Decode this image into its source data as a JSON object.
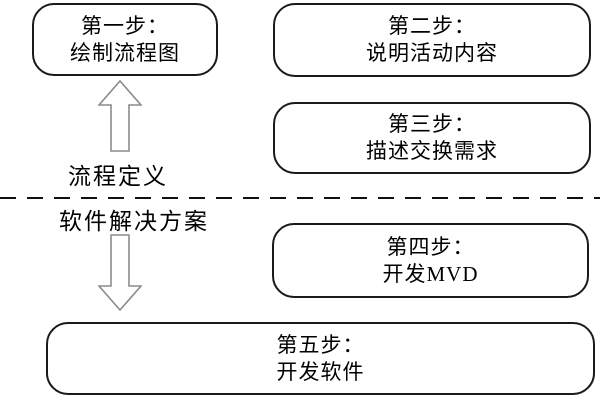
{
  "diagram": {
    "type": "flow-diagram",
    "boxes": [
      {
        "line1": "第一步：",
        "line2": "绘制流程图"
      },
      {
        "line1": "第二步：",
        "line2": "说明活动内容"
      },
      {
        "line1": "第三步：",
        "line2": "描述交换需求"
      },
      {
        "line1": "第四步：",
        "line2": "开发MVD"
      },
      {
        "line1": "第五步：",
        "line2": "开发软件"
      }
    ],
    "section_labels": {
      "above_divider": "流程定义",
      "below_divider": "软件解决方案"
    },
    "icons": {
      "up_connector": "arrow-up",
      "down_connector": "arrow-down"
    },
    "colors": {
      "box_border": "#1a1a1a",
      "arrow_outline": "#8c8c8c",
      "text": "#000000",
      "background": "#ffffff",
      "divider": "#111111"
    }
  }
}
